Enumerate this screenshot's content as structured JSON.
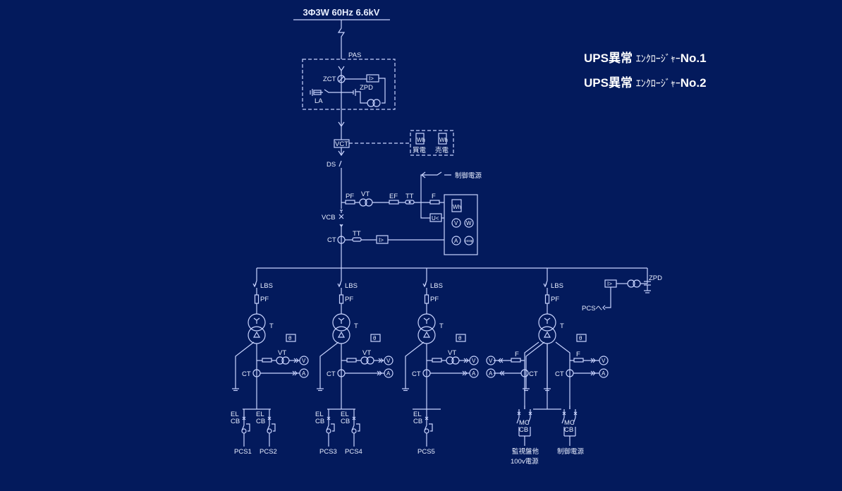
{
  "supply": {
    "label": "3Φ3W 60Hz 6.6kV"
  },
  "incoming": {
    "pas": "PAS",
    "zct": "ZCT",
    "zpd": "ZPD",
    "la": "LA",
    "vct": "VCT",
    "meter_buy": "買電",
    "meter_sell": "売電",
    "ds": "DS",
    "control_power": "制御電源",
    "pf": "PF",
    "vt": "VT",
    "ef": "EF",
    "tt": "TT",
    "f": "F",
    "vcb": "VCB",
    "ct": "CT",
    "tt2": "TT"
  },
  "meters": {
    "wh": "Wh",
    "uv": "U<",
    "i_over": "I>",
    "ig": "I>",
    "v": "V",
    "w": "W",
    "a": "A",
    "cos": "cosφ",
    "theta": "θ"
  },
  "feeders": {
    "lbs": "LBS",
    "pf": "PF",
    "t": "T",
    "vt": "VT",
    "ct": "CT",
    "f": "F",
    "el": "EL",
    "cb": "CB",
    "mc": "MC",
    "pcs1": "PCS1",
    "pcs2": "PCS2",
    "pcs3": "PCS3",
    "pcs4": "PCS4",
    "pcs5": "PCS5",
    "panel_line1": "監視盤他",
    "panel_line2": "100v電源",
    "control_power": "制御電源"
  },
  "bus_zpd": {
    "label": "ZPD",
    "pcs_to": "PCSへ"
  },
  "alarms": [
    {
      "main": "UPS異常",
      "sub": "ｴﾝｸﾛｰｼﾞｬｰ",
      "num": "No.1"
    },
    {
      "main": "UPS異常",
      "sub": "ｴﾝｸﾛｰｼﾞｬｰ",
      "num": "No.2"
    }
  ],
  "colors": {
    "background": "#031a5c",
    "line": "#c9d4ff",
    "text": "#e8eeff",
    "alarm_text": "#ffffff"
  }
}
